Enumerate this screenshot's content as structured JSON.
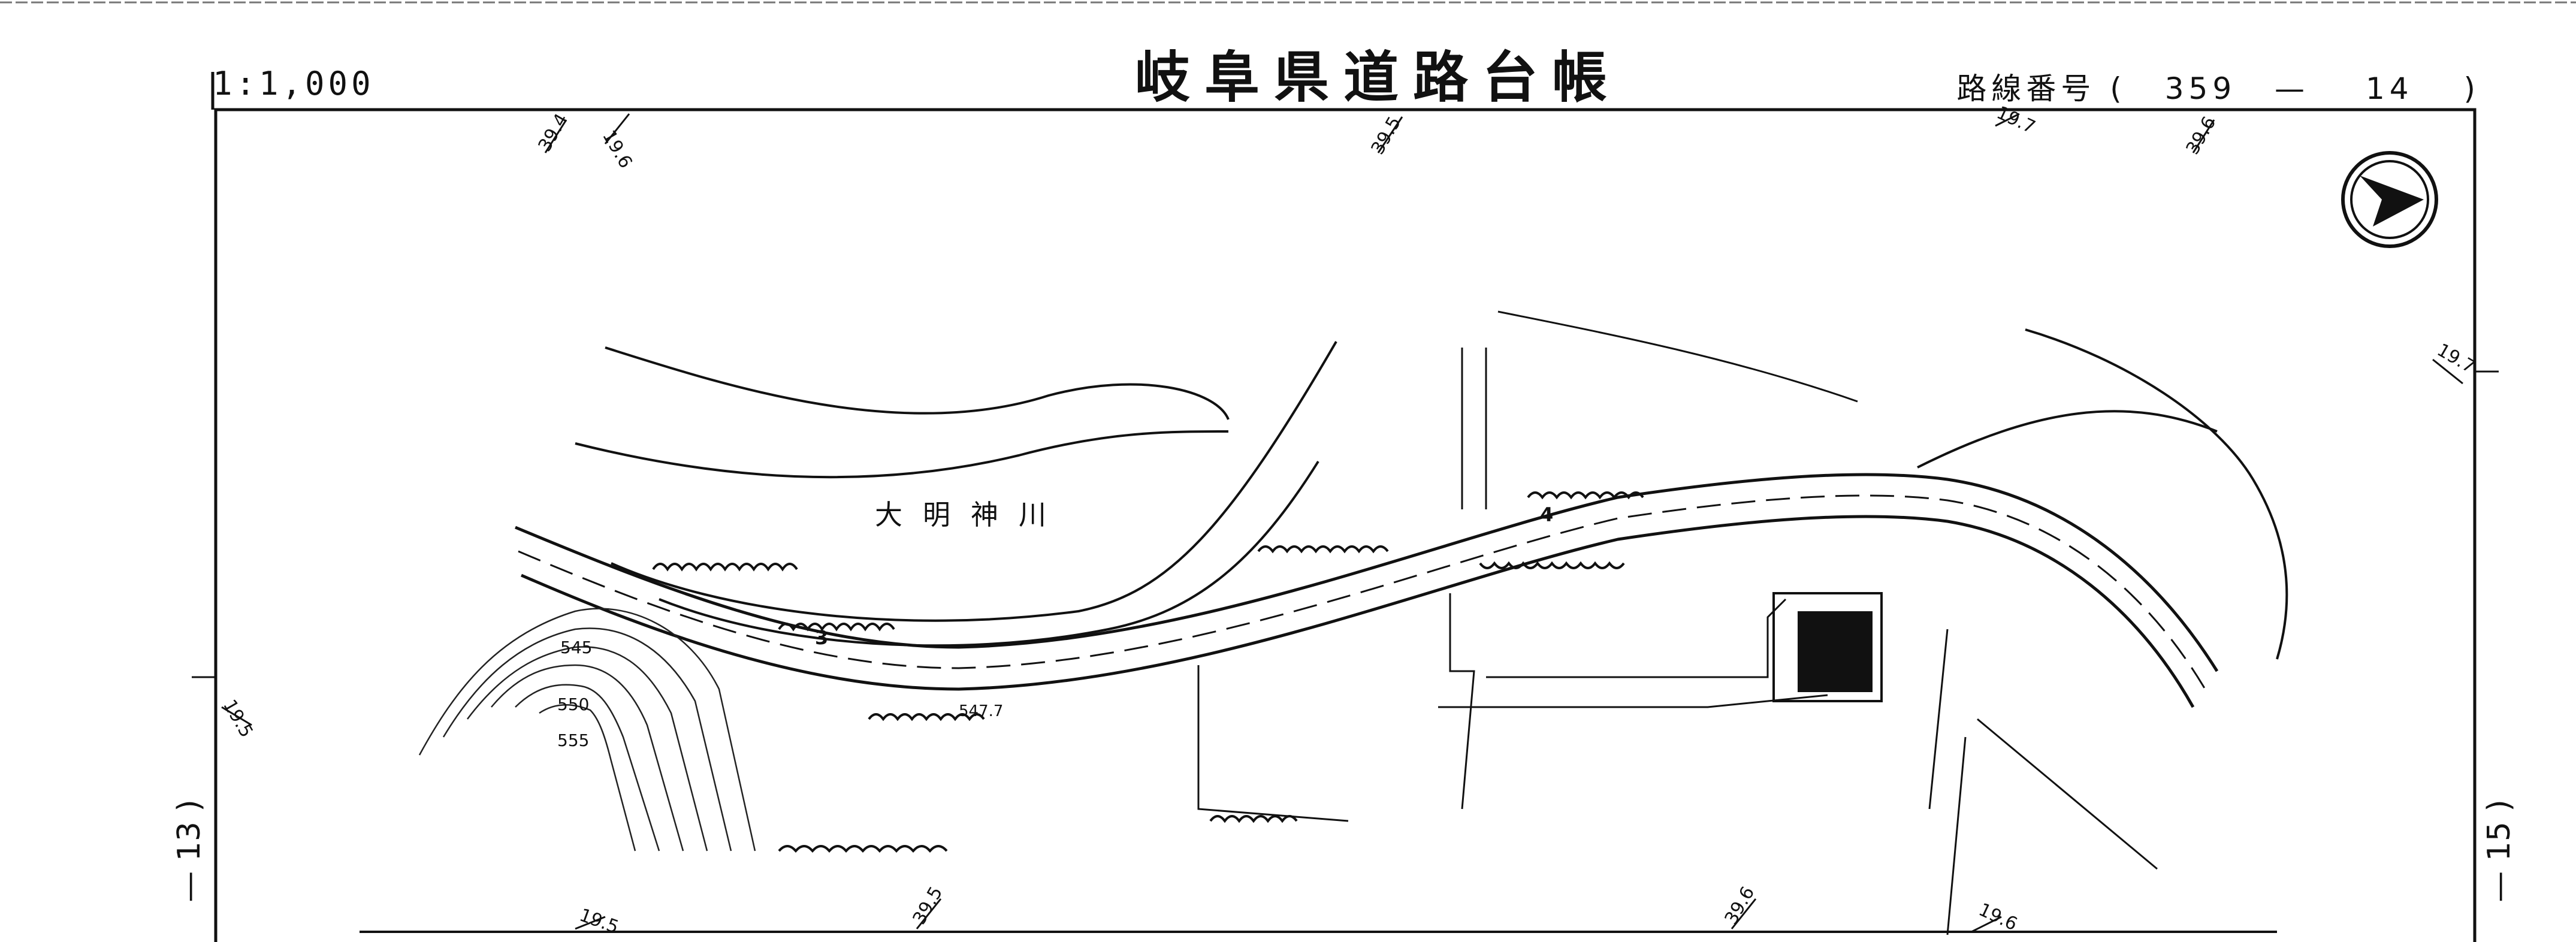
{
  "header": {
    "scale": "1:1,000",
    "title": "岐阜県道路台帳",
    "route_label": "路線番号",
    "route_open": "(",
    "route_main": "359",
    "route_dash": "—",
    "route_sub": "14",
    "route_close": ")"
  },
  "side_left": "— 13 )",
  "side_right": "— 15 )",
  "map": {
    "river_name": "大明神川",
    "contour_labels": [
      "545",
      "550",
      "555",
      "547.7"
    ],
    "station_labels": [
      "3",
      "4"
    ],
    "grid_labels": [
      "39.4",
      "19.6",
      "39.5",
      "19.7",
      "39.6",
      "19.7",
      "19.5",
      "19.5",
      "39.5",
      "39.6",
      "19.6"
    ]
  }
}
